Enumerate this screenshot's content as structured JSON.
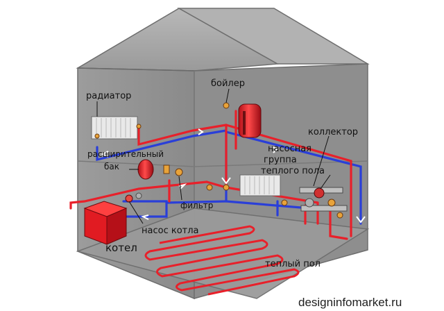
{
  "labels": {
    "radiator": "радиатор",
    "boiler_tank": "бойлер",
    "collector": "коллектор",
    "pump_group_line1": "насосная",
    "pump_group_line2": "группа",
    "pump_group_line3": "теплого пола",
    "expansion_tank_line1": "расширительный",
    "expansion_tank_line2": "бак",
    "filter": "фильтр",
    "boiler_pump": "насос котла",
    "boiler": "котел",
    "warm_floor": "теплый пол"
  },
  "watermark": "designinfomarket.ru",
  "colors": {
    "supply": "#e8202a",
    "return": "#2a3fd8",
    "boiler": "#e11b22",
    "wall": "#8f8f8f",
    "roof": "#a4a4a4",
    "floor": "#9a9a9a"
  }
}
